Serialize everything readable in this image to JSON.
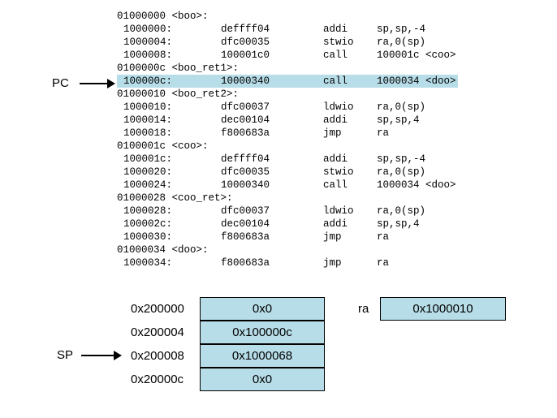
{
  "assembly": [
    {
      "type": "label",
      "text": "01000000 <boo>:"
    },
    {
      "type": "instr",
      "addr": "1000000:",
      "hex": "deffff04",
      "op": "addi",
      "args": "sp,sp,-4"
    },
    {
      "type": "instr",
      "addr": "1000004:",
      "hex": "dfc00035",
      "op": "stwio",
      "args": "ra,0(sp)"
    },
    {
      "type": "instr",
      "addr": "1000008:",
      "hex": "100001c0",
      "op": "call",
      "args": "100001c <coo>"
    },
    {
      "type": "label",
      "text": "0100000c <boo_ret1>:"
    },
    {
      "type": "instr",
      "addr": "100000c:",
      "hex": "10000340",
      "op": "call",
      "args": "1000034 <doo>",
      "highlight": true
    },
    {
      "type": "label",
      "text": "01000010 <boo_ret2>:"
    },
    {
      "type": "instr",
      "addr": "1000010:",
      "hex": "dfc00037",
      "op": "ldwio",
      "args": "ra,0(sp)"
    },
    {
      "type": "instr",
      "addr": "1000014:",
      "hex": "dec00104",
      "op": "addi",
      "args": "sp,sp,4"
    },
    {
      "type": "instr",
      "addr": "1000018:",
      "hex": "f800683a",
      "op": "jmp",
      "args": "ra"
    },
    {
      "type": "label",
      "text": "0100001c <coo>:"
    },
    {
      "type": "instr",
      "addr": "100001c:",
      "hex": "deffff04",
      "op": "addi",
      "args": "sp,sp,-4"
    },
    {
      "type": "instr",
      "addr": "1000020:",
      "hex": "dfc00035",
      "op": "stwio",
      "args": "ra,0(sp)"
    },
    {
      "type": "instr",
      "addr": "1000024:",
      "hex": "10000340",
      "op": "call",
      "args": "1000034 <doo>"
    },
    {
      "type": "label",
      "text": "01000028 <coo_ret>:"
    },
    {
      "type": "instr",
      "addr": "1000028:",
      "hex": "dfc00037",
      "op": "ldwio",
      "args": "ra,0(sp)"
    },
    {
      "type": "instr",
      "addr": "100002c:",
      "hex": "dec00104",
      "op": "addi",
      "args": "sp,sp,4"
    },
    {
      "type": "instr",
      "addr": "1000030:",
      "hex": "f800683a",
      "op": "jmp",
      "args": "ra"
    },
    {
      "type": "label",
      "text": "01000034 <doo>:"
    },
    {
      "type": "instr",
      "addr": "1000034:",
      "hex": "f800683a",
      "op": "jmp",
      "args": "ra"
    }
  ],
  "pc_label": "PC",
  "sp_label": "SP",
  "stack": [
    {
      "addr": "0x200000",
      "value": "0x0"
    },
    {
      "addr": "0x200004",
      "value": "0x100000c"
    },
    {
      "addr": "0x200008",
      "value": "0x1000068"
    },
    {
      "addr": "0x20000c",
      "value": "0x0"
    }
  ],
  "register": {
    "name": "ra",
    "value": "0x1000010"
  },
  "colors": {
    "highlight": "#b7dde8"
  }
}
